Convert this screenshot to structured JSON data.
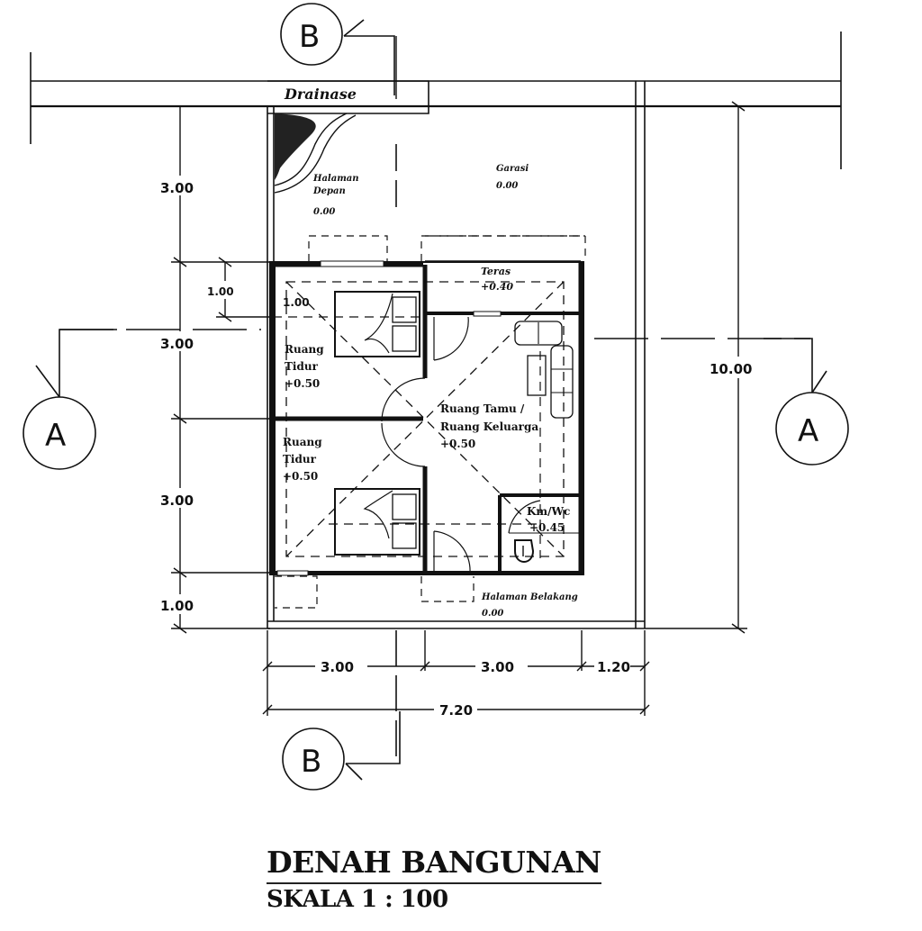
{
  "title": {
    "main": "DENAH BANGUNAN",
    "scale": "SKALA 1 : 100"
  },
  "section_markers": {
    "a_left": "A",
    "a_right": "A",
    "b_top": "B",
    "b_bottom": "B"
  },
  "site_labels": {
    "drainage": "Drainase",
    "front_yard": [
      "Halaman",
      "Depan",
      "0.00"
    ],
    "garage": [
      "Garasi",
      "0.00"
    ],
    "back_yard": [
      "Halaman Belakang",
      "0.00"
    ]
  },
  "rooms": {
    "terrace": [
      "Teras",
      "+0.40"
    ],
    "bedroom_1": [
      "Ruang",
      "Tidur",
      "+0.50"
    ],
    "bedroom_2": [
      "Ruang",
      "Tidur",
      "+0.50"
    ],
    "living": [
      "Ruang Tamu /",
      "Ruang Keluarga",
      "+0.50"
    ],
    "bathroom": [
      "Km/Wc",
      "+0.45"
    ]
  },
  "dimensions": {
    "left": [
      "3.00",
      "3.00",
      "3.00",
      "1.00"
    ],
    "left_inner": "1.00",
    "inner_offset": "1.00",
    "right_total": "10.00",
    "bottom": [
      "3.00",
      "3.00",
      "1.20"
    ],
    "bottom_total": "7.20"
  }
}
